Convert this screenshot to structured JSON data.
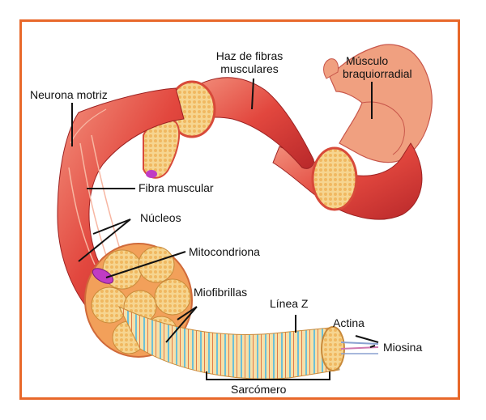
{
  "labels": {
    "neurona_motriz": "Neurona motriz",
    "haz_line1": "Haz de fibras",
    "haz_line2": "musculares",
    "musculo_line1": "Músculo",
    "musculo_line2": "braquiorradial",
    "fibra_muscular": "Fibra muscular",
    "nucleos": "Núcleos",
    "mitocondriona": "Mitocondriona",
    "miofibrillas": "Miofibrillas",
    "linea_z": "Línea Z",
    "actina": "Actina",
    "miosina": "Miosina",
    "sarcomero": "Sarcómero"
  },
  "colors": {
    "frame": "#e8682a",
    "muscle": "#e2473e",
    "muscle_light": "#f08a76",
    "fascicle": "#f2c26a",
    "fascicle_cell": "#f6d98f",
    "mitochondrion": "#c03cc4",
    "leader_line": "#111111"
  }
}
